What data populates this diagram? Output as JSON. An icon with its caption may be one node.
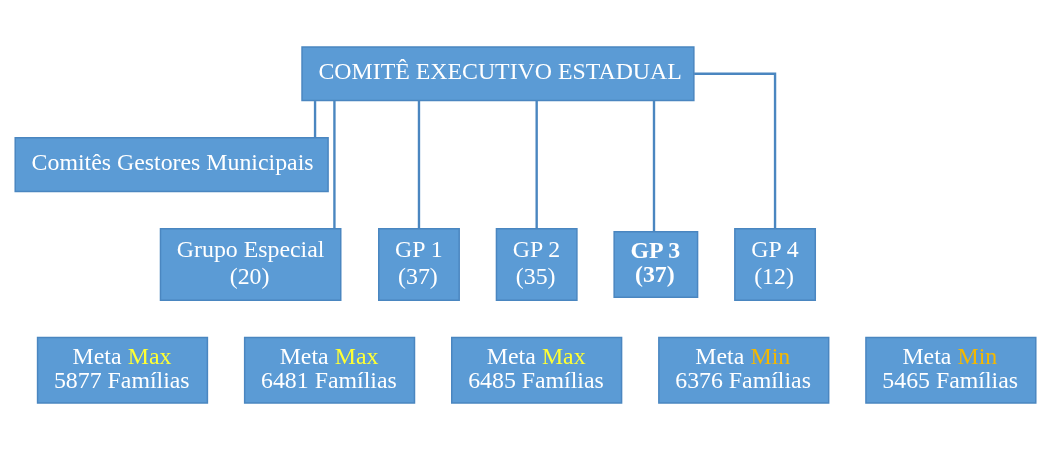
{
  "diagram": {
    "nodes": [
      {
        "text": [
          "COMITÊ EXECUTIVO ESTADUAL"
        ]
      },
      {
        "text": [
          "Comitês Gestores Municipais"
        ]
      },
      {
        "text": [
          "Grupo Especial",
          "(20)"
        ]
      },
      {
        "text": [
          "GP 1",
          "(37)"
        ]
      },
      {
        "text": [
          "GP 2",
          "(35)"
        ]
      },
      {
        "text": [
          "GP 3",
          "(37)"
        ]
      },
      {
        "text": [
          "GP 4",
          "(12)"
        ]
      },
      {
        "text": [
          "Meta Max",
          "5877 Famílias"
        ]
      },
      {
        "text": [
          "Meta Max",
          "6481 Famílias"
        ]
      },
      {
        "text": [
          "Meta Max",
          "6485 Famílias"
        ]
      },
      {
        "text": [
          "Meta Min",
          "6376 Famílias"
        ]
      },
      {
        "text": [
          "Meta Min",
          "5465 Famílias"
        ]
      }
    ],
    "edges": [
      {
        "from": 0,
        "to": 1,
        "arrow": "none"
      },
      {
        "from": 0,
        "to": 2,
        "arrow": "none"
      },
      {
        "from": 0,
        "to": 3,
        "arrow": "none"
      },
      {
        "from": 0,
        "to": 4,
        "arrow": "none"
      },
      {
        "from": 0,
        "to": 5,
        "arrow": "none"
      },
      {
        "from": 0,
        "to": 6,
        "arrow": "none"
      }
    ]
  }
}
